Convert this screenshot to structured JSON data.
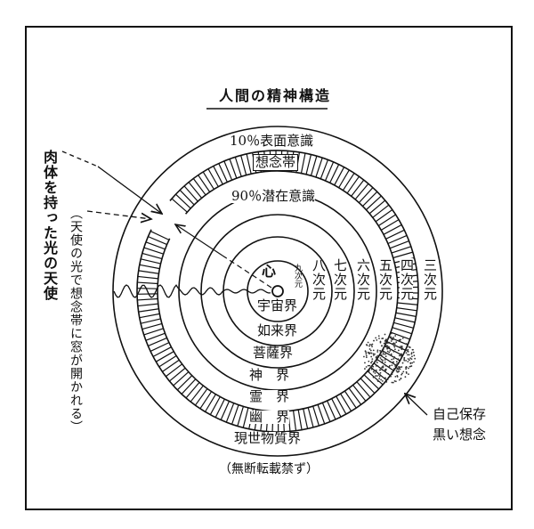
{
  "title": "人間の精神構造",
  "surface": "10％表面意識",
  "band": "想念帯",
  "subconscious": "90％潜在意識",
  "heart": "心",
  "dimensions": [
    "九次元",
    "八次元",
    "七次元",
    "六次元",
    "五次元",
    "四次元",
    "三次元"
  ],
  "realms": [
    "宇宙界",
    "如来界",
    "菩薩界",
    "神　界",
    "霊　界",
    "幽　界",
    "現世物質界"
  ],
  "left_label": "肉体を持った光の天使",
  "left_note": "（天使の光で想念帯に窓が開かれる）",
  "right_label": [
    "自己保存",
    "黒い想念"
  ],
  "footer": "（無断転載禁ず）"
}
